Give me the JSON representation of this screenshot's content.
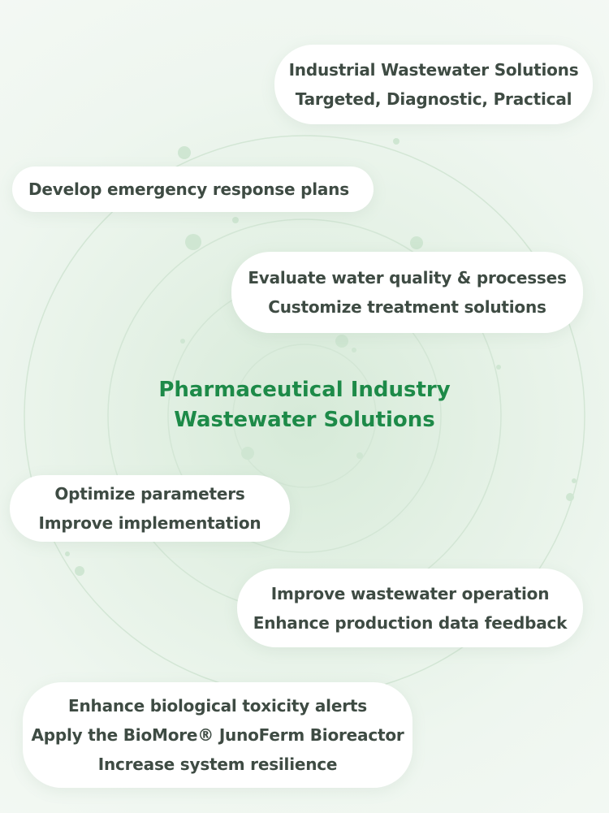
{
  "title": {
    "line1": "Pharmaceutical Industry",
    "line2": "Wastewater Solutions"
  },
  "pills": [
    {
      "lines": [
        "Industrial Wastewater Solutions",
        "Targeted, Diagnostic, Practical"
      ]
    },
    {
      "lines": [
        "Develop emergency response plans"
      ]
    },
    {
      "lines": [
        "Evaluate water quality & processes",
        "Customize treatment solutions"
      ]
    },
    {
      "lines": [
        "Optimize parameters",
        "Improve implementation"
      ]
    },
    {
      "lines": [
        "Improve wastewater operation",
        "Enhance production data feedback"
      ]
    },
    {
      "lines": [
        "Enhance biological toxicity alerts",
        "Apply the BioMore® JunoFerm Bioreactor",
        "Increase system resilience"
      ]
    }
  ],
  "colors": {
    "title": "#1d8a48",
    "text": "#3e4b43"
  }
}
